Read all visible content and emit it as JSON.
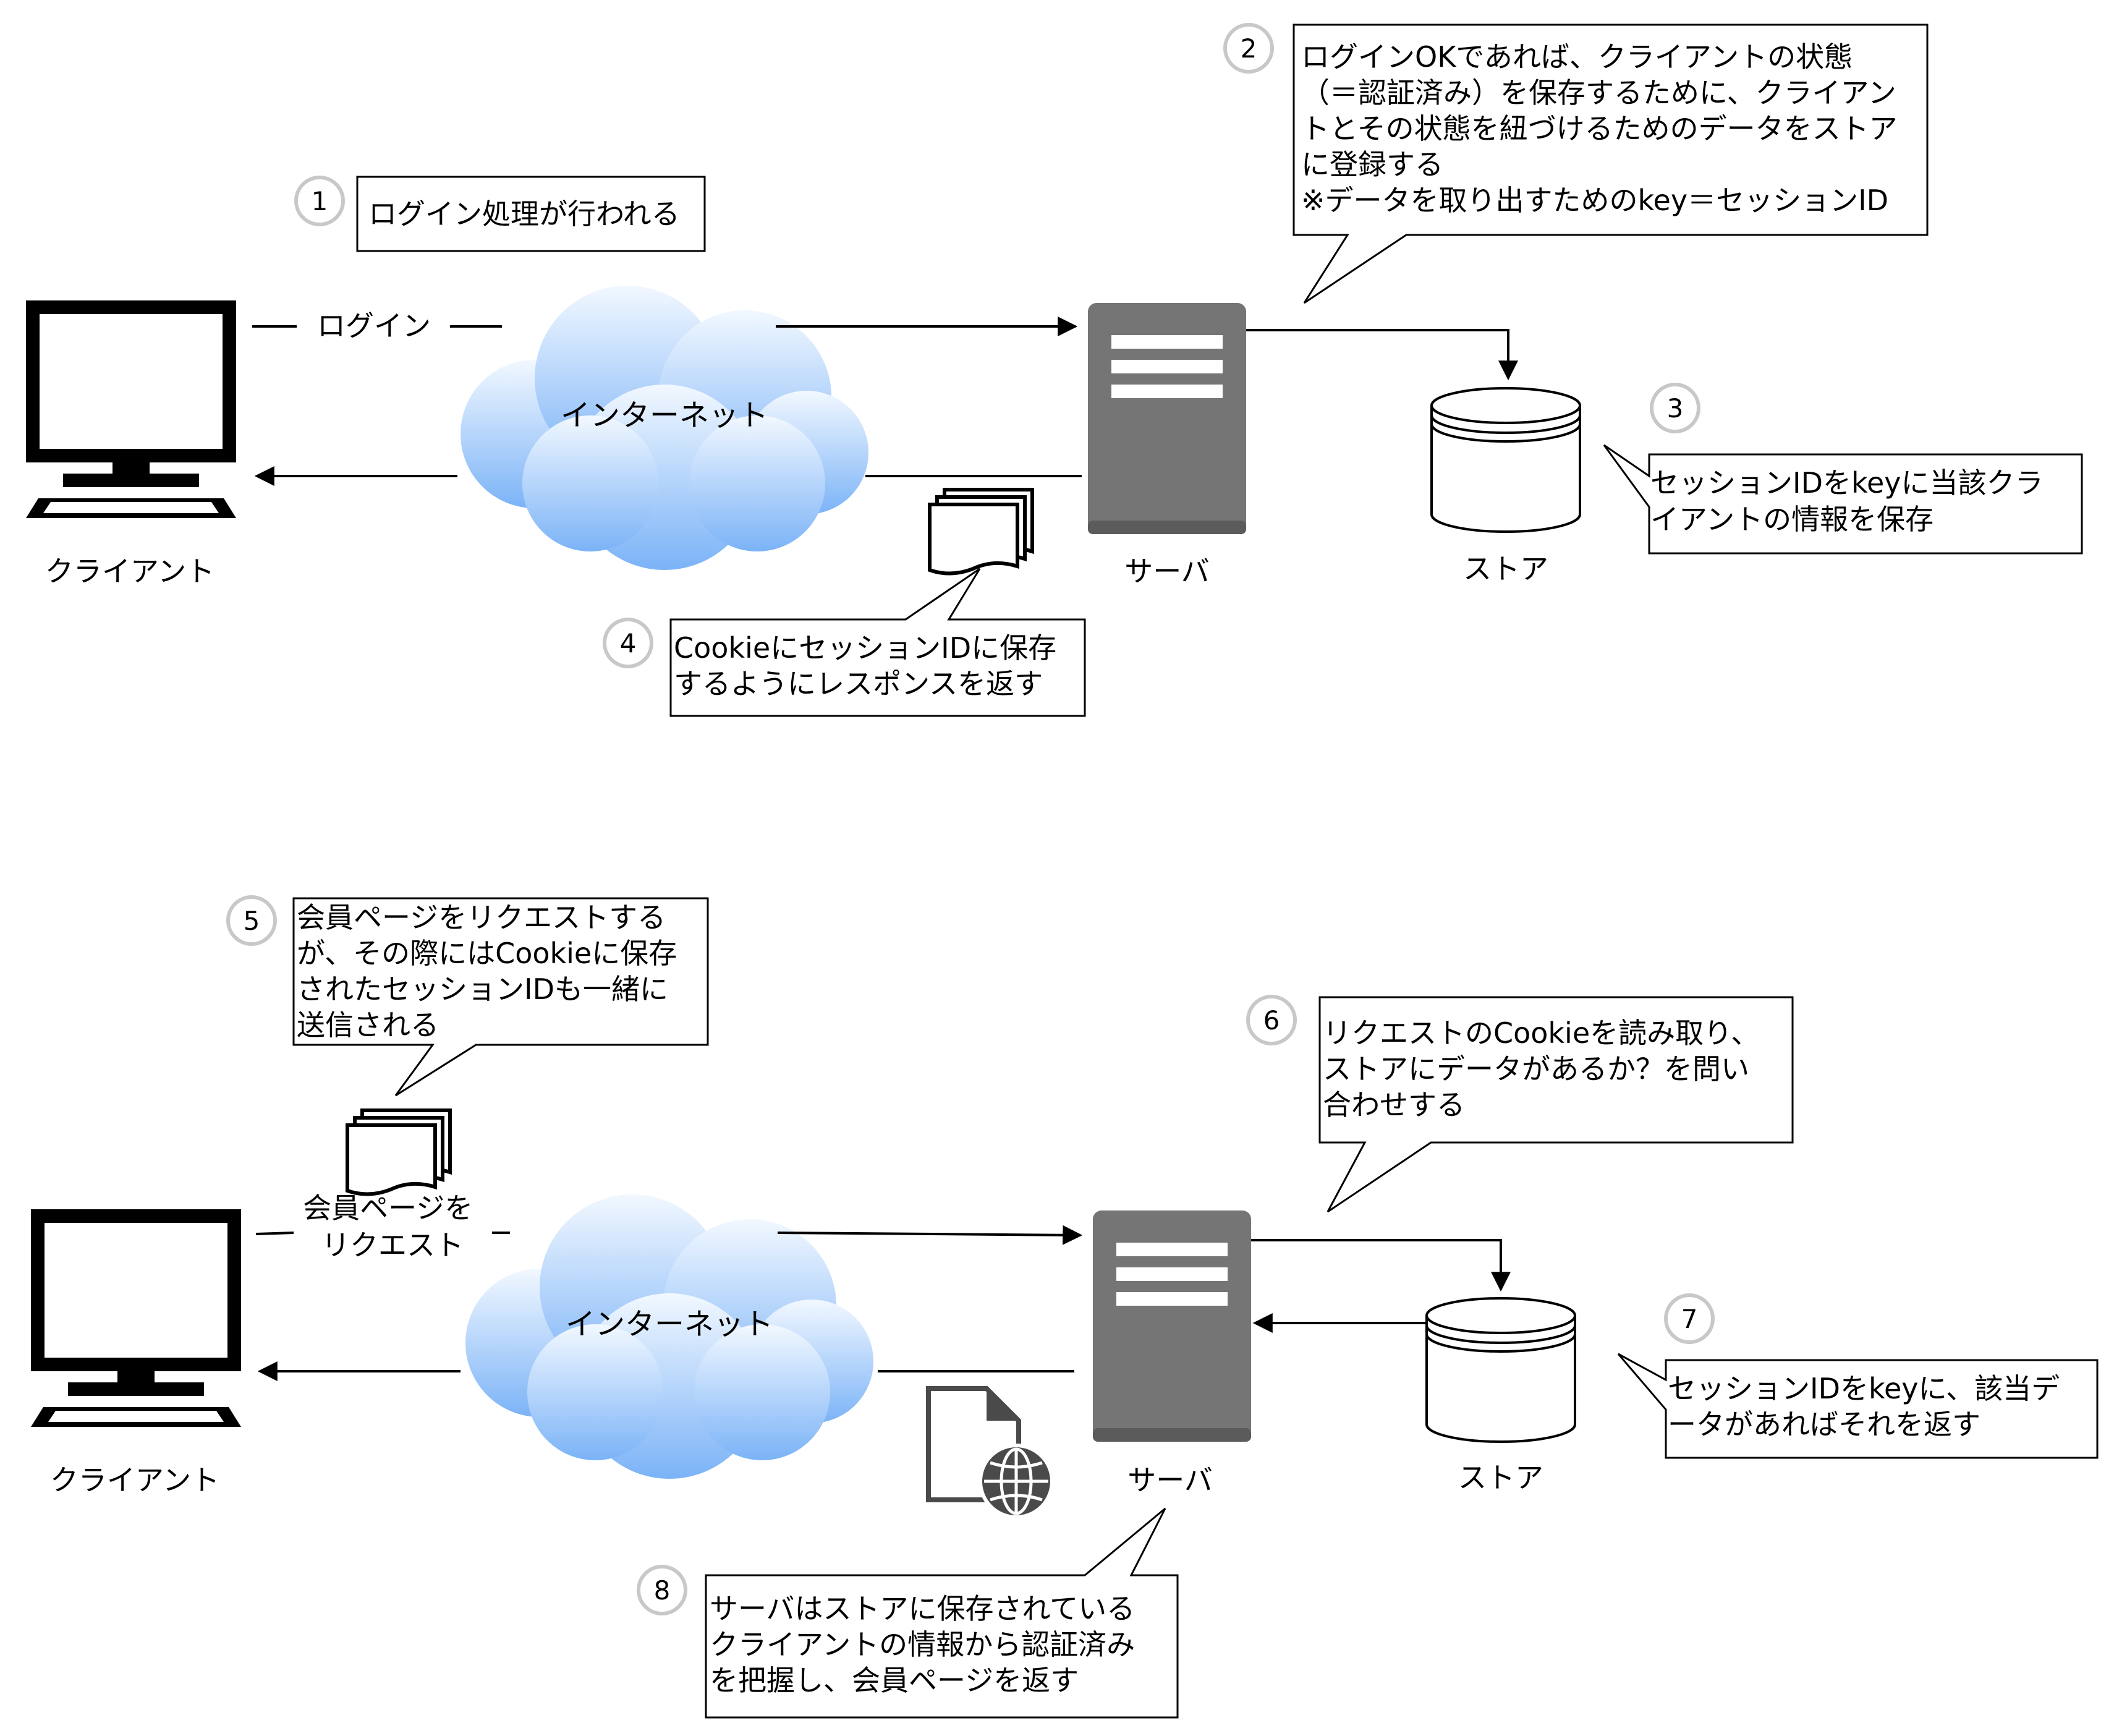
{
  "colors": {
    "server_body": "#757575",
    "server_base": "#5b5b5b",
    "cloud_top": "#f2f8ff",
    "cloud_bottom": "#7bb3f7",
    "badge_ring": "#c8c8c8"
  },
  "icons": {
    "client": "desktop-computer-icon",
    "server": "server-icon",
    "store": "database-cylinder-icon",
    "cloud": "cloud-icon",
    "documents": "document-stack-icon",
    "web_page": "web-page-globe-icon"
  },
  "top": {
    "client_label": "クライアント",
    "server_label": "サーバ",
    "store_label": "ストア",
    "cloud_label": "インターネット",
    "login_label": "ログイン",
    "steps": [
      {
        "num": "1",
        "lines": [
          "ログイン処理が行われる"
        ]
      },
      {
        "num": "2",
        "lines": [
          "ログインOKであれば、クライアントの状態",
          "（＝認証済み）を保存するために、クライアン",
          "トとその状態を紐づけるためのデータをストア",
          "に登録する",
          "※データを取り出すためのkey＝セッションID"
        ]
      },
      {
        "num": "3",
        "lines": [
          "セッションIDをkeyに当該クラ",
          "イアントの情報を保存"
        ]
      },
      {
        "num": "4",
        "lines": [
          "CookieにセッションIDに保存",
          "するようにレスポンスを返す"
        ]
      }
    ]
  },
  "bottom": {
    "client_label": "クライアント",
    "server_label": "サーバ",
    "store_label": "ストア",
    "cloud_label": "インターネット",
    "request_label": [
      "会員ページを",
      "リクエスト"
    ],
    "steps": [
      {
        "num": "5",
        "lines": [
          "会員ページをリクエストする",
          "が、その際にはCookieに保存",
          "されたセッションIDも一緒に",
          "送信される"
        ]
      },
      {
        "num": "6",
        "lines": [
          "リクエストのCookieを読み取り、",
          "ストアにデータがあるか？を問い",
          "合わせする"
        ]
      },
      {
        "num": "7",
        "lines": [
          "セッションIDをkeyに、該当デ",
          "ータがあればそれを返す"
        ]
      },
      {
        "num": "8",
        "lines": [
          "サーバはストアに保存されている",
          "クライアントの情報から認証済み",
          "を把握し、会員ページを返す"
        ]
      }
    ]
  }
}
